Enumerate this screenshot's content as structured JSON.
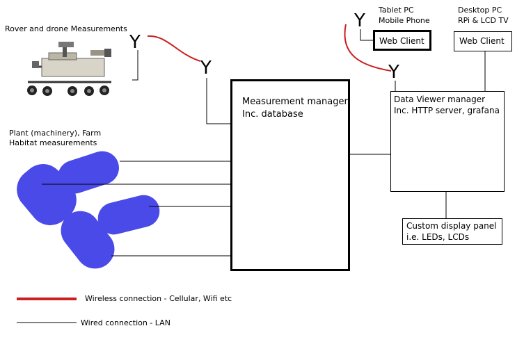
{
  "labels": {
    "rover": "Rover and drone Measurements",
    "plant_line1": "Plant (machinery), Farm",
    "plant_line2": "Habitat measurements",
    "tablet_line1": "Tablet PC",
    "tablet_line2": "Mobile Phone",
    "desktop_line1": "Desktop PC",
    "desktop_line2": "RPi & LCD TV"
  },
  "boxes": {
    "measurement_manager": {
      "line1": "Measurement manager",
      "line2": "Inc. database"
    },
    "data_viewer": {
      "line1": "Data Viewer manager",
      "line2": "Inc. HTTP server, grafana"
    },
    "web_client_tablet": "Web Client",
    "web_client_desktop": "Web Client",
    "custom_display": {
      "line1": "Custom display panel",
      "line2": "i.e. LEDs, LCDs"
    }
  },
  "antenna_symbol": "Y",
  "legend": {
    "wireless": "Wireless connection - Cellular, Wifi etc",
    "wired": "Wired connection - LAN"
  },
  "colors": {
    "wireless": "#cc1f1f",
    "wired": "#000000",
    "sensor_fill": "#4a4ae8",
    "sensor_stroke": "#3a3ad0"
  }
}
